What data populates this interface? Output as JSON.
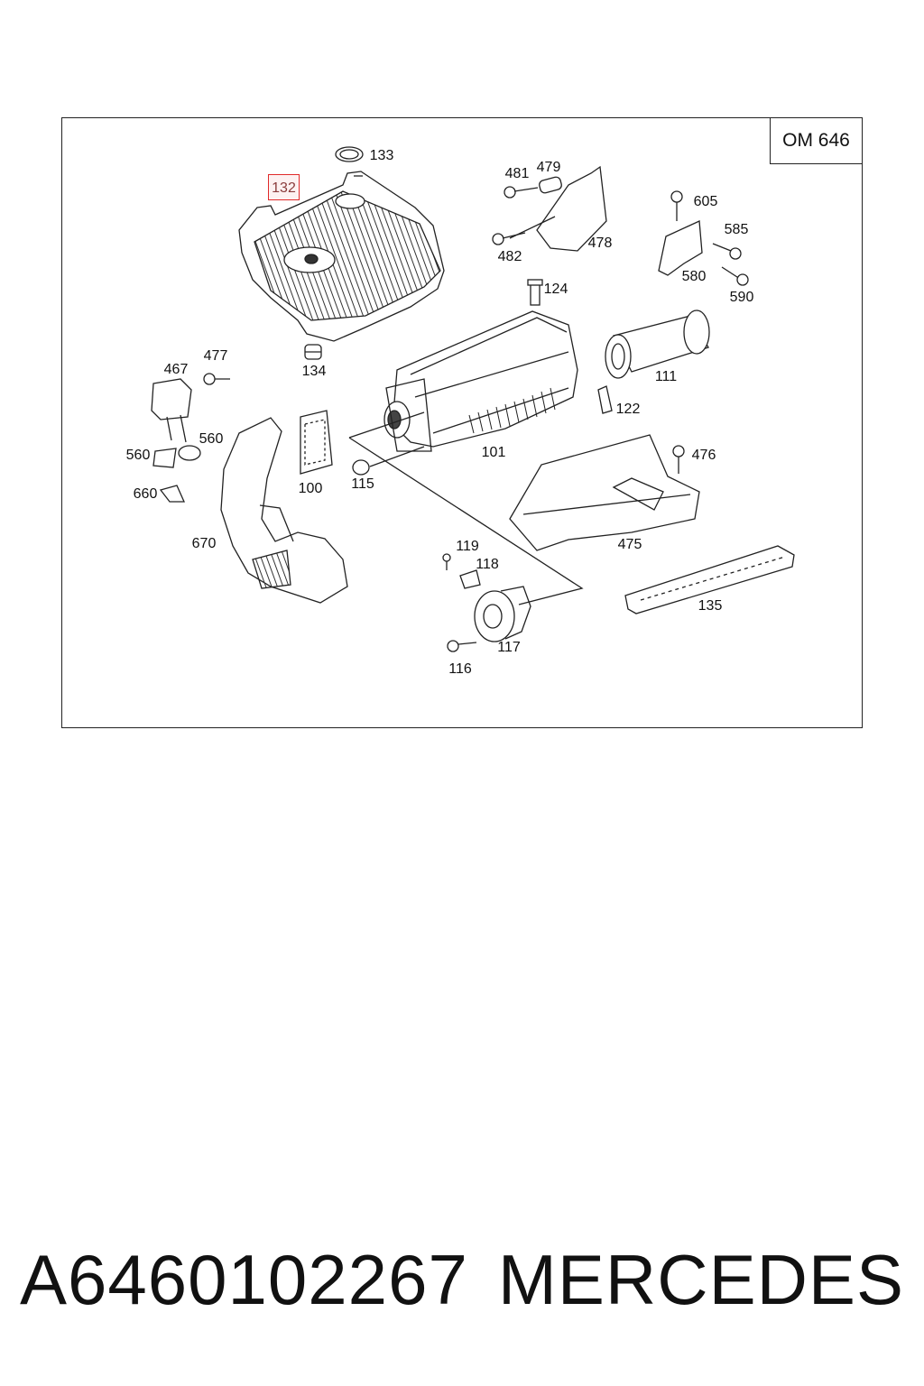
{
  "engine_code": "OM 646",
  "highlighted_part": "132",
  "part_labels": {
    "p101": "101",
    "p100": "100",
    "p111": "111",
    "p115": "115",
    "p116": "116",
    "p117": "117",
    "p118": "118",
    "p119": "119",
    "p122": "122",
    "p124": "124",
    "p133": "133",
    "p134": "134",
    "p135": "135",
    "p467": "467",
    "p475": "475",
    "p476": "476",
    "p477": "477",
    "p478": "478",
    "p479": "479",
    "p481": "481",
    "p482": "482",
    "p560a": "560",
    "p560b": "560",
    "p580": "580",
    "p585": "585",
    "p590": "590",
    "p605": "605",
    "p660": "660",
    "p670": "670"
  },
  "footer": {
    "part_number": "A6460102267",
    "brand": "MERCEDES"
  },
  "colors": {
    "highlight_border": "#e02a2a",
    "line": "#222222"
  }
}
